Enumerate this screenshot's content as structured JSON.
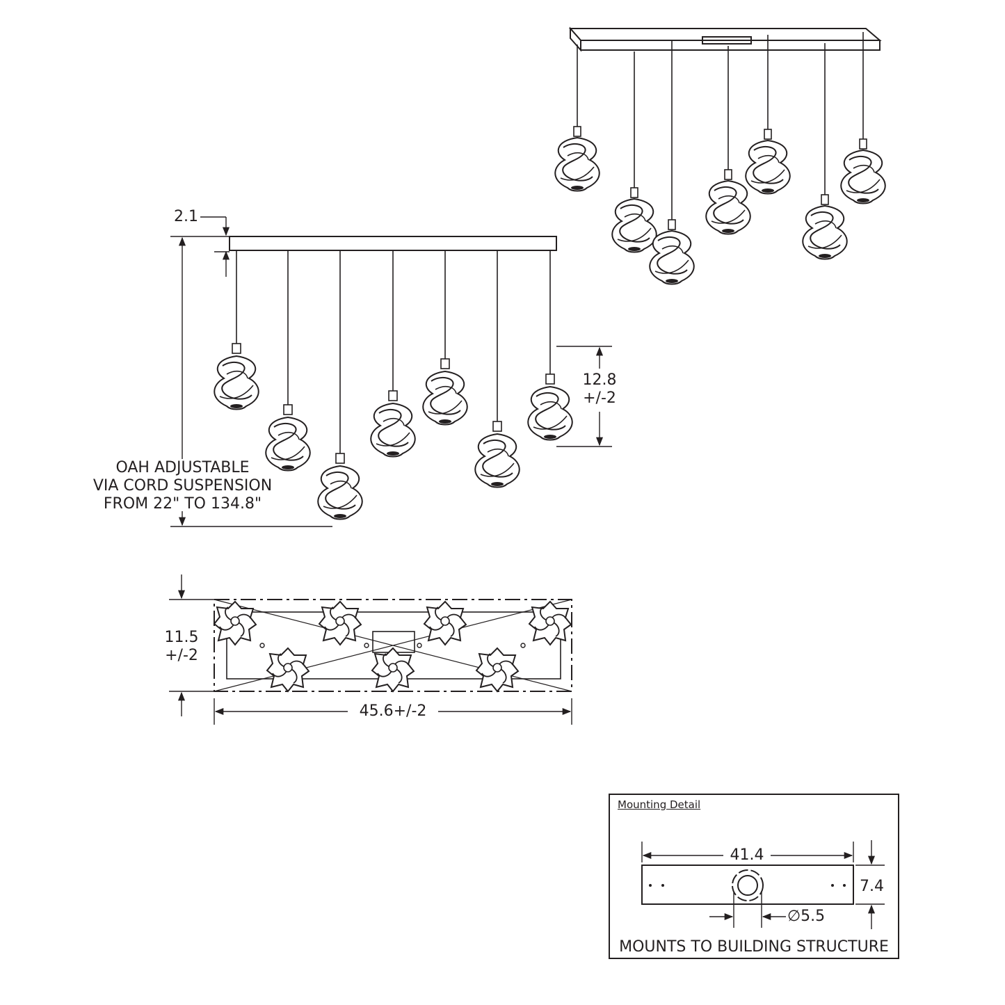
{
  "dimensions": {
    "canopy_thickness": "2.1",
    "pendant_height": "12.8",
    "pendant_height_tol": "+/-2",
    "oah_note": [
      "OAH ADJUSTABLE",
      "VIA CORD SUSPENSION",
      "FROM 22\" TO 134.8\""
    ],
    "plan_depth": "11.5",
    "plan_depth_tol": "+/-2",
    "plan_length": "45.6+/-2"
  },
  "mounting_detail": {
    "title": "Mounting  Detail",
    "length": "41.4",
    "width": "7.4",
    "diameter": "5.5",
    "footer": "MOUNTS TO BUILDING STRUCTURE"
  },
  "colors": {
    "line": "#231f20",
    "background": "#ffffff"
  }
}
